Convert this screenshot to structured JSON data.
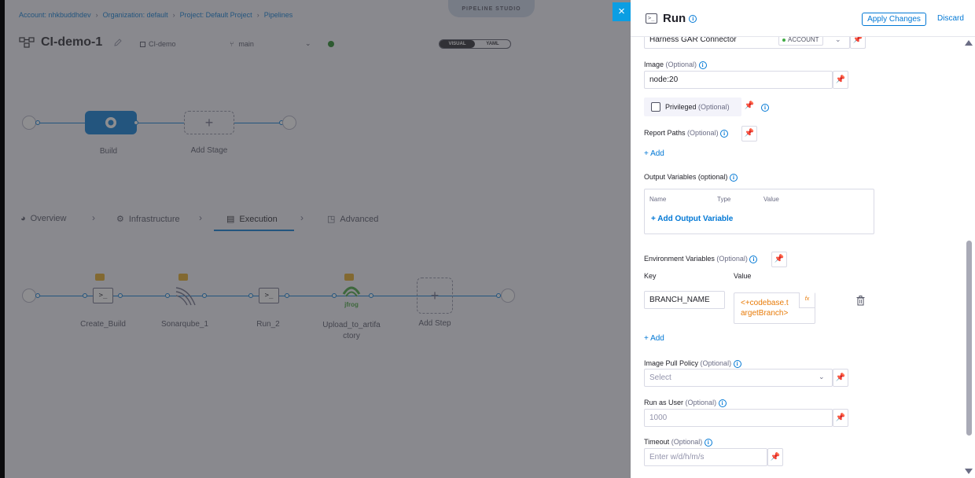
{
  "studio": {
    "breadcrumb": [
      "Account: nhkbuddhdev",
      "Organization: default",
      "Project: Default Project",
      "Pipelines"
    ],
    "studio_tag": "PIPELINE STUDIO",
    "pipeline_name": "CI-demo-1",
    "pipeline_id": "CI-demo",
    "branch": "main",
    "view_toggle": {
      "visual": "VISUAL",
      "yaml": "YAML",
      "active": "VISUAL"
    },
    "stages": [
      {
        "label": "Build",
        "icon": "build-stage-icon"
      },
      {
        "label": "Add Stage",
        "icon": "plus-icon"
      }
    ],
    "tabs": [
      {
        "label": "Overview",
        "icon": "overview-icon"
      },
      {
        "label": "Infrastructure",
        "icon": "infrastructure-icon"
      },
      {
        "label": "Execution",
        "icon": "execution-icon",
        "active": true
      },
      {
        "label": "Advanced",
        "icon": "advanced-icon"
      }
    ],
    "steps": [
      {
        "label": "Create_Build",
        "icon": "terminal-icon"
      },
      {
        "label": "Sonarqube_1",
        "icon": "sonarqube-icon"
      },
      {
        "label": "Run_2",
        "icon": "terminal-icon"
      },
      {
        "label": "Upload_to_artifa ctory",
        "label_line1": "Upload_to_artifa",
        "label_line2": "ctory",
        "icon": "jfrog-icon"
      },
      {
        "label": "Add Step",
        "icon": "plus-icon"
      }
    ],
    "step_glyph": ">_",
    "jfrog_text": "jfrog",
    "plus_glyph": "+"
  },
  "drawer": {
    "close_glyph": "×",
    "title": "Run",
    "apply_label": "Apply Changes",
    "discard_label": "Discard",
    "connector": {
      "value": "Harness GAR Connector",
      "scope": "ACCOUNT"
    },
    "image": {
      "label": "Image",
      "optional": "(Optional)",
      "value": "node:20"
    },
    "privileged": {
      "label": "Privileged",
      "optional": "(Optional)",
      "checked": false
    },
    "report_paths": {
      "label": "Report Paths",
      "optional": "(Optional)",
      "add": "+ Add"
    },
    "output_variables": {
      "label": "Output Variables (optional)",
      "columns": [
        "Name",
        "Type",
        "Value"
      ],
      "add": "+ Add Output Variable"
    },
    "env_vars": {
      "label": "Environment Variables",
      "optional": "(Optional)",
      "key_header": "Key",
      "value_header": "Value",
      "key": "BRANCH_NAME",
      "value_line1": "<+codebase.t",
      "value_line2": "argetBranch>",
      "fx": "fx",
      "add": "+ Add"
    },
    "image_pull_policy": {
      "label": "Image Pull Policy",
      "optional": "(Optional)",
      "placeholder": "Select"
    },
    "run_as_user": {
      "label": "Run as User",
      "optional": "(Optional)",
      "placeholder": "1000"
    },
    "timeout": {
      "label": "Timeout",
      "optional": "(Optional)",
      "placeholder": "Enter w/d/h/m/s"
    },
    "info_glyph": "i",
    "pin_glyph": "📌"
  },
  "colors": {
    "accent": "#0278d5",
    "expression": "#e87b08",
    "close_button": "#0b9ee3"
  }
}
